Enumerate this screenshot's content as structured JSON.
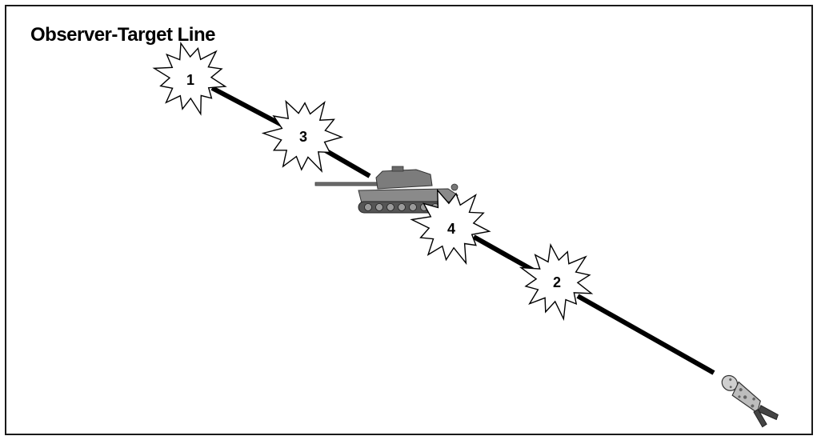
{
  "title": "Observer-Target Line",
  "bursts": [
    {
      "id": "burst-1",
      "label": "1"
    },
    {
      "id": "burst-2",
      "label": "2"
    },
    {
      "id": "burst-3",
      "label": "3"
    },
    {
      "id": "burst-4",
      "label": "4"
    }
  ],
  "icons": {
    "target": "tank-icon",
    "observer": "soldier-icon"
  },
  "colors": {
    "line": "#000000",
    "burst_fill": "#ffffff",
    "burst_stroke": "#000000",
    "frame": "#1a1a1a"
  }
}
